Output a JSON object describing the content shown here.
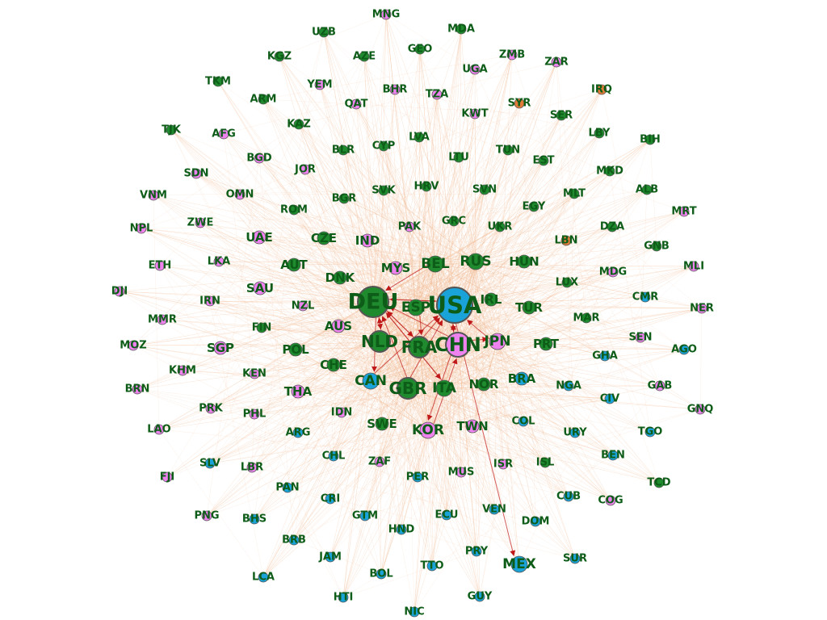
{
  "colors": {
    "green": "#1f8a2e",
    "pink": "#ee82ee",
    "blue": "#1aa3d9",
    "orange": "#e07b39",
    "label": "#0d5c18",
    "edge": "#f2b48a",
    "edge_strong": "#c01818"
  },
  "nodes": [
    {
      "code": "USA",
      "group": "blue",
      "size": "xl"
    },
    {
      "code": "DEU",
      "group": "green",
      "size": "xl"
    },
    {
      "code": "CHN",
      "group": "pink",
      "size": "l"
    },
    {
      "code": "FRA",
      "group": "green",
      "size": "l"
    },
    {
      "code": "NLD",
      "group": "green",
      "size": "l"
    },
    {
      "code": "GBR",
      "group": "green",
      "size": "l"
    },
    {
      "code": "ITA",
      "group": "green",
      "size": "m"
    },
    {
      "code": "JPN",
      "group": "pink",
      "size": "m"
    },
    {
      "code": "BEL",
      "group": "green",
      "size": "m"
    },
    {
      "code": "ESP",
      "group": "green",
      "size": "m"
    },
    {
      "code": "KOR",
      "group": "pink",
      "size": "m"
    },
    {
      "code": "CAN",
      "group": "blue",
      "size": "m"
    },
    {
      "code": "RUS",
      "group": "green",
      "size": "m"
    },
    {
      "code": "MEX",
      "group": "blue",
      "size": "m"
    },
    {
      "code": "MYS",
      "group": "pink",
      "size": "s"
    },
    {
      "code": "HUN",
      "group": "green",
      "size": "s"
    },
    {
      "code": "IRL",
      "group": "green",
      "size": "s"
    },
    {
      "code": "TUR",
      "group": "green",
      "size": "s"
    },
    {
      "code": "SAU",
      "group": "pink",
      "size": "s"
    },
    {
      "code": "SGP",
      "group": "pink",
      "size": "s"
    },
    {
      "code": "IND",
      "group": "pink",
      "size": "s"
    },
    {
      "code": "AUT",
      "group": "green",
      "size": "s"
    },
    {
      "code": "DNK",
      "group": "green",
      "size": "s"
    },
    {
      "code": "AUS",
      "group": "pink",
      "size": "s"
    },
    {
      "code": "POL",
      "group": "green",
      "size": "s"
    },
    {
      "code": "CHE",
      "group": "green",
      "size": "s"
    },
    {
      "code": "THA",
      "group": "pink",
      "size": "s"
    },
    {
      "code": "SWE",
      "group": "green",
      "size": "s"
    },
    {
      "code": "TWN",
      "group": "pink",
      "size": "s"
    },
    {
      "code": "BRA",
      "group": "blue",
      "size": "s"
    },
    {
      "code": "NOR",
      "group": "green",
      "size": "s"
    },
    {
      "code": "PRT",
      "group": "green",
      "size": "s"
    },
    {
      "code": "CZE",
      "group": "green",
      "size": "s"
    },
    {
      "code": "UAE",
      "group": "pink",
      "size": "s"
    },
    {
      "code": "NZL",
      "group": "pink",
      "size": "xs"
    },
    {
      "code": "FIN",
      "group": "green",
      "size": "xs"
    },
    {
      "code": "IDN",
      "group": "pink",
      "size": "xs"
    },
    {
      "code": "ISR",
      "group": "pink",
      "size": "xs"
    },
    {
      "code": "ZAF",
      "group": "pink",
      "size": "xs"
    },
    {
      "code": "COL",
      "group": "blue",
      "size": "xs"
    },
    {
      "code": "MNG",
      "group": "pink",
      "size": "xs"
    },
    {
      "code": "UZB",
      "group": "green",
      "size": "xs"
    },
    {
      "code": "MDA",
      "group": "green",
      "size": "xs"
    },
    {
      "code": "KGZ",
      "group": "green",
      "size": "xs"
    },
    {
      "code": "AZE",
      "group": "green",
      "size": "xs"
    },
    {
      "code": "GEO",
      "group": "green",
      "size": "xs"
    },
    {
      "code": "ZMB",
      "group": "pink",
      "size": "xs"
    },
    {
      "code": "UGA",
      "group": "pink",
      "size": "xs"
    },
    {
      "code": "ZAR",
      "group": "pink",
      "size": "xs"
    },
    {
      "code": "TKM",
      "group": "green",
      "size": "xs"
    },
    {
      "code": "YEM",
      "group": "pink",
      "size": "xs"
    },
    {
      "code": "BHR",
      "group": "pink",
      "size": "xs"
    },
    {
      "code": "IRQ",
      "group": "orange",
      "size": "xs"
    },
    {
      "code": "ARM",
      "group": "green",
      "size": "xs"
    },
    {
      "code": "QAT",
      "group": "pink",
      "size": "xs"
    },
    {
      "code": "TZA",
      "group": "pink",
      "size": "xs"
    },
    {
      "code": "SYR",
      "group": "orange",
      "size": "xs"
    },
    {
      "code": "KWT",
      "group": "pink",
      "size": "xs"
    },
    {
      "code": "SER",
      "group": "green",
      "size": "xs"
    },
    {
      "code": "TJK",
      "group": "green",
      "size": "xs"
    },
    {
      "code": "AFG",
      "group": "pink",
      "size": "xs"
    },
    {
      "code": "KAZ",
      "group": "green",
      "size": "xs"
    },
    {
      "code": "LBY",
      "group": "green",
      "size": "xs"
    },
    {
      "code": "LVA",
      "group": "green",
      "size": "xs"
    },
    {
      "code": "BIH",
      "group": "green",
      "size": "xs"
    },
    {
      "code": "BLR",
      "group": "green",
      "size": "xs"
    },
    {
      "code": "CYP",
      "group": "green",
      "size": "xs"
    },
    {
      "code": "LTU",
      "group": "green",
      "size": "xs"
    },
    {
      "code": "TUN",
      "group": "green",
      "size": "xs"
    },
    {
      "code": "EST",
      "group": "green",
      "size": "xs"
    },
    {
      "code": "BGD",
      "group": "pink",
      "size": "xs"
    },
    {
      "code": "JOR",
      "group": "pink",
      "size": "xs"
    },
    {
      "code": "MKD",
      "group": "green",
      "size": "xs"
    },
    {
      "code": "SDN",
      "group": "pink",
      "size": "xs"
    },
    {
      "code": "SVK",
      "group": "green",
      "size": "xs"
    },
    {
      "code": "HRV",
      "group": "green",
      "size": "xs"
    },
    {
      "code": "SVN",
      "group": "green",
      "size": "xs"
    },
    {
      "code": "MLT",
      "group": "green",
      "size": "xs"
    },
    {
      "code": "ALB",
      "group": "green",
      "size": "xs"
    },
    {
      "code": "VNM",
      "group": "pink",
      "size": "xs"
    },
    {
      "code": "OMN",
      "group": "pink",
      "size": "xs"
    },
    {
      "code": "BGR",
      "group": "green",
      "size": "xs"
    },
    {
      "code": "EGY",
      "group": "green",
      "size": "xs"
    },
    {
      "code": "MRT",
      "group": "pink",
      "size": "xs"
    },
    {
      "code": "ZWE",
      "group": "pink",
      "size": "xs"
    },
    {
      "code": "ROM",
      "group": "green",
      "size": "xs"
    },
    {
      "code": "GRC",
      "group": "green",
      "size": "xs"
    },
    {
      "code": "PAK",
      "group": "pink",
      "size": "xs"
    },
    {
      "code": "UKR",
      "group": "green",
      "size": "xs"
    },
    {
      "code": "DZA",
      "group": "green",
      "size": "xs"
    },
    {
      "code": "NPL",
      "group": "pink",
      "size": "xs"
    },
    {
      "code": "LBN",
      "group": "orange",
      "size": "xs"
    },
    {
      "code": "GNB",
      "group": "green",
      "size": "xs"
    },
    {
      "code": "ETH",
      "group": "pink",
      "size": "xs"
    },
    {
      "code": "LKA",
      "group": "pink",
      "size": "xs"
    },
    {
      "code": "MLI",
      "group": "pink",
      "size": "xs"
    },
    {
      "code": "MDG",
      "group": "pink",
      "size": "xs"
    },
    {
      "code": "LUX",
      "group": "green",
      "size": "xs"
    },
    {
      "code": "DJI",
      "group": "pink",
      "size": "xs"
    },
    {
      "code": "CMR",
      "group": "blue",
      "size": "xs"
    },
    {
      "code": "IRN",
      "group": "pink",
      "size": "xs"
    },
    {
      "code": "NER",
      "group": "pink",
      "size": "xs"
    },
    {
      "code": "MMR",
      "group": "pink",
      "size": "xs"
    },
    {
      "code": "MAR",
      "group": "green",
      "size": "xs"
    },
    {
      "code": "SEN",
      "group": "pink",
      "size": "xs"
    },
    {
      "code": "MOZ",
      "group": "pink",
      "size": "xs"
    },
    {
      "code": "AGO",
      "group": "blue",
      "size": "xs"
    },
    {
      "code": "GHA",
      "group": "blue",
      "size": "xs"
    },
    {
      "code": "KHM",
      "group": "pink",
      "size": "xs"
    },
    {
      "code": "KEN",
      "group": "pink",
      "size": "xs"
    },
    {
      "code": "NGA",
      "group": "blue",
      "size": "xs"
    },
    {
      "code": "BRN",
      "group": "pink",
      "size": "xs"
    },
    {
      "code": "GAB",
      "group": "pink",
      "size": "xs"
    },
    {
      "code": "CIV",
      "group": "blue",
      "size": "xs"
    },
    {
      "code": "PRK",
      "group": "pink",
      "size": "xs"
    },
    {
      "code": "PHL",
      "group": "pink",
      "size": "xs"
    },
    {
      "code": "GNQ",
      "group": "pink",
      "size": "xs"
    },
    {
      "code": "LAO",
      "group": "pink",
      "size": "xs"
    },
    {
      "code": "ARG",
      "group": "blue",
      "size": "xs"
    },
    {
      "code": "URY",
      "group": "blue",
      "size": "xs"
    },
    {
      "code": "TGO",
      "group": "blue",
      "size": "xs"
    },
    {
      "code": "SLV",
      "group": "blue",
      "size": "xs"
    },
    {
      "code": "CHL",
      "group": "blue",
      "size": "xs"
    },
    {
      "code": "BEN",
      "group": "blue",
      "size": "xs"
    },
    {
      "code": "FJI",
      "group": "pink",
      "size": "xs"
    },
    {
      "code": "LBR",
      "group": "pink",
      "size": "xs"
    },
    {
      "code": "PER",
      "group": "blue",
      "size": "xs"
    },
    {
      "code": "MUS",
      "group": "pink",
      "size": "xs"
    },
    {
      "code": "ISL",
      "group": "green",
      "size": "xs"
    },
    {
      "code": "TCD",
      "group": "green",
      "size": "xs"
    },
    {
      "code": "PAN",
      "group": "blue",
      "size": "xs"
    },
    {
      "code": "CRI",
      "group": "blue",
      "size": "xs"
    },
    {
      "code": "CUB",
      "group": "blue",
      "size": "xs"
    },
    {
      "code": "COG",
      "group": "pink",
      "size": "xs"
    },
    {
      "code": "PNG",
      "group": "pink",
      "size": "xs"
    },
    {
      "code": "GTM",
      "group": "blue",
      "size": "xs"
    },
    {
      "code": "ECU",
      "group": "blue",
      "size": "xs"
    },
    {
      "code": "VEN",
      "group": "blue",
      "size": "xs"
    },
    {
      "code": "BHS",
      "group": "blue",
      "size": "xs"
    },
    {
      "code": "DOM",
      "group": "blue",
      "size": "xs"
    },
    {
      "code": "HND",
      "group": "blue",
      "size": "xs"
    },
    {
      "code": "BRB",
      "group": "blue",
      "size": "xs"
    },
    {
      "code": "JAM",
      "group": "blue",
      "size": "xs"
    },
    {
      "code": "PRY",
      "group": "blue",
      "size": "xs"
    },
    {
      "code": "SUR",
      "group": "blue",
      "size": "xs"
    },
    {
      "code": "LCA",
      "group": "blue",
      "size": "xs"
    },
    {
      "code": "BOL",
      "group": "blue",
      "size": "xs"
    },
    {
      "code": "TTO",
      "group": "blue",
      "size": "xs"
    },
    {
      "code": "HTI",
      "group": "blue",
      "size": "xs"
    },
    {
      "code": "GUY",
      "group": "blue",
      "size": "xs"
    },
    {
      "code": "NIC",
      "group": "blue",
      "size": "xs"
    }
  ],
  "strong_edges": [
    [
      "DEU",
      "USA"
    ],
    [
      "USA",
      "DEU"
    ],
    [
      "CHN",
      "USA"
    ],
    [
      "USA",
      "CHN"
    ],
    [
      "FRA",
      "USA"
    ],
    [
      "NLD",
      "DEU"
    ],
    [
      "DEU",
      "NLD"
    ],
    [
      "CHN",
      "DEU"
    ],
    [
      "GBR",
      "USA"
    ],
    [
      "ITA",
      "DEU"
    ],
    [
      "DEU",
      "FRA"
    ],
    [
      "FRA",
      "DEU"
    ],
    [
      "DEU",
      "CAN"
    ],
    [
      "USA",
      "MEX"
    ],
    [
      "DEU",
      "ITA"
    ],
    [
      "BEL",
      "DEU"
    ],
    [
      "JPN",
      "USA"
    ],
    [
      "KOR",
      "CHN"
    ],
    [
      "CAN",
      "USA"
    ],
    [
      "CHN",
      "KOR"
    ],
    [
      "ESP",
      "FRA"
    ],
    [
      "GBR",
      "DEU"
    ],
    [
      "CHN",
      "JPN"
    ]
  ]
}
